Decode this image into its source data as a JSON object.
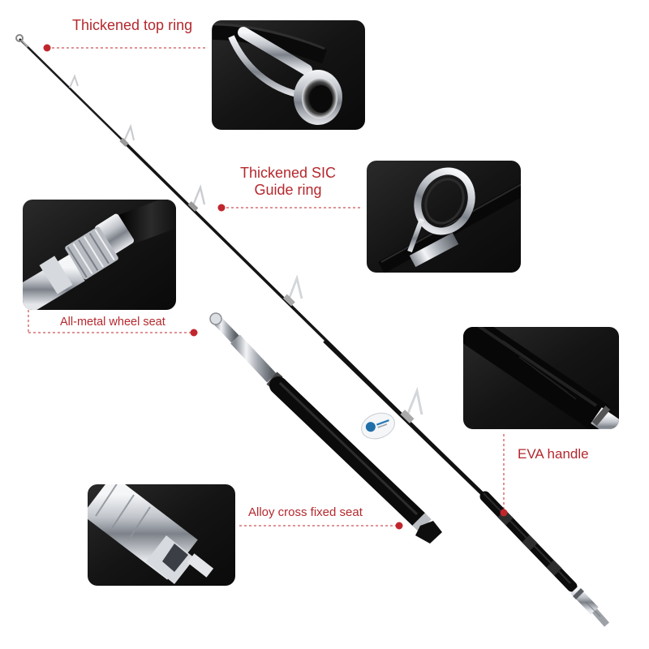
{
  "labels": {
    "top_ring": "Thickened top ring",
    "sic_line1": "Thickened SIC",
    "sic_line2": "Guide ring",
    "wheel_seat": "All-metal wheel seat",
    "eva_handle": "EVA handle",
    "alloy_seat": "Alloy cross fixed seat"
  },
  "colors": {
    "accent": "#c0272d",
    "panel": "#161616",
    "rod": "#1a1a1a",
    "foam": "#0e0e0e",
    "metal": "#c9ccd1"
  },
  "icons": [
    "callout-dot-icon"
  ]
}
